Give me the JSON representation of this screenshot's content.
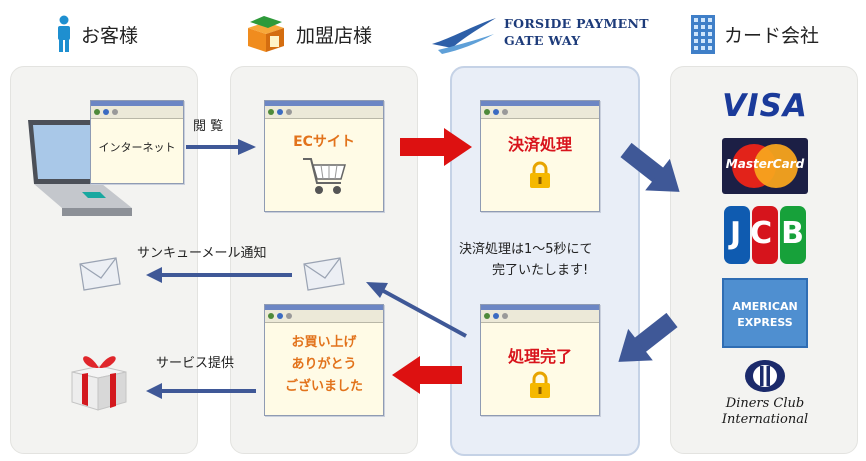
{
  "columns": {
    "customer": "お客様",
    "merchant": "加盟店様",
    "brand_line1": "FORSIDE PAYMENT",
    "brand_line2": "GATE WAY",
    "card_company": "カード会社"
  },
  "customer_window_text": "インターネット",
  "browse_label": "閲 覧",
  "ec_site_text": "ECサイト",
  "payment_text": "決済処理",
  "complete_text": "処理完了",
  "thanks_line1": "お買い上げ",
  "thanks_line2": "ありがとう",
  "thanks_line3": "ございました",
  "info_line1": "決済処理は1～5秒にて",
  "info_line2": "完了いたします!",
  "thanks_mail_label": "サンキューメール通知",
  "service_label": "サービス提供",
  "cards": {
    "visa": "VISA",
    "mastercard": "MasterCard",
    "jcb": "JCB",
    "amex_line1": "AMERICAN",
    "amex_line2": "EXPRESS",
    "diners_line1": "Diners Club",
    "diners_line2": "International"
  },
  "colors": {
    "blue_arrow": "#3f5897",
    "red_arrow": "#dd1111",
    "orange_text": "#e2731c",
    "red_text": "#d8141c"
  }
}
